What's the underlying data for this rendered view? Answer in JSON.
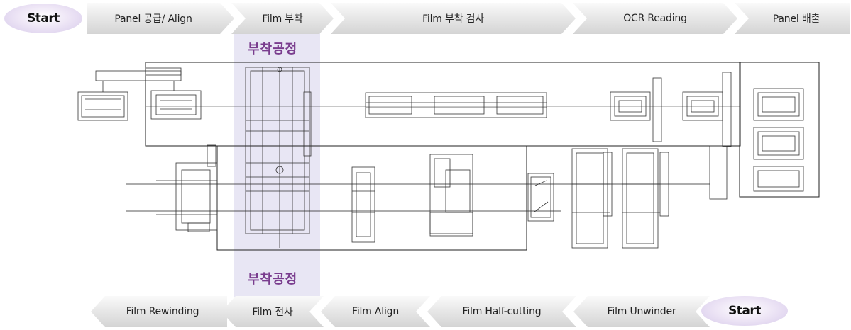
{
  "top_flow": {
    "start": "Start",
    "steps": [
      "Panel 공급/ Align",
      "Film 부착",
      "Film 부착 검사",
      "OCR Reading",
      "Panel 배출"
    ]
  },
  "bottom_flow": {
    "start": "Start",
    "steps": [
      "Film Rewinding",
      "Film 전사",
      "Film Align",
      "Film Half-cutting",
      "Film Unwinder"
    ]
  },
  "highlight": {
    "label_top": "부착공정",
    "label_bottom": "부착공정",
    "band_color": "#e8e6f4",
    "label_color": "#7a3d8e"
  }
}
